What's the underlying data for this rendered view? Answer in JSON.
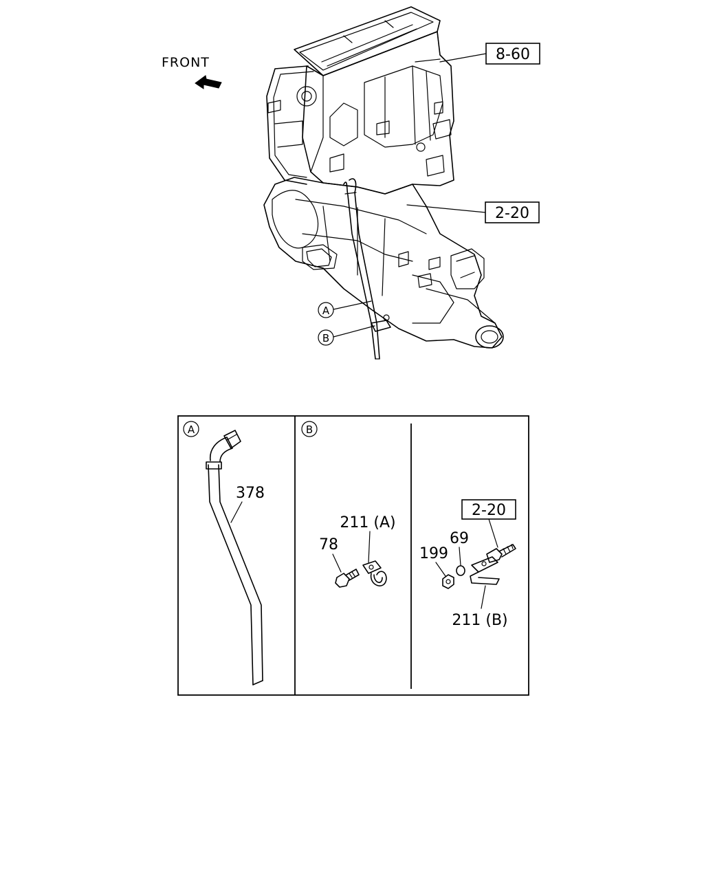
{
  "front_label": "FRONT",
  "top_refs": {
    "ref_top": "8-60",
    "ref_mid": "2-20"
  },
  "callouts": {
    "a": "A",
    "b": "B"
  },
  "detail_a": {
    "circle": "A",
    "part": "378"
  },
  "detail_b": {
    "circle": "B",
    "clip_a": "211 (A)",
    "bolt": "78",
    "ref": "2-20",
    "washer": "69",
    "nut": "199",
    "clip_b": "211 (B)"
  }
}
